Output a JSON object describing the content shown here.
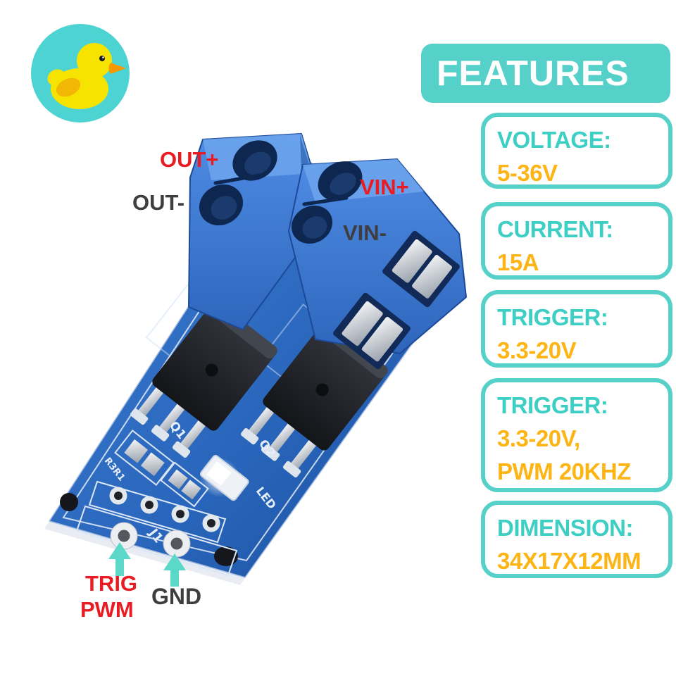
{
  "logo": {
    "name": "rubber-duck-logo"
  },
  "colors": {
    "panel_teal": "#56d1c9",
    "label_teal": "#3ecfc4",
    "value_yellow": "#fdb515",
    "annotation_red": "#ea1c23",
    "annotation_dark": "#3e3e40",
    "arrow_teal": "#5cd8c9",
    "pcb_blue": "#2a67bd",
    "terminal_blue": "#3f81da"
  },
  "features": {
    "header": "FEATURES",
    "items": [
      {
        "label": "VOLTAGE:",
        "lines": [
          "5-36V"
        ]
      },
      {
        "label": "CURRENT:",
        "lines": [
          "15A"
        ]
      },
      {
        "label": "TRIGGER:",
        "lines": [
          "3.3-20V"
        ]
      },
      {
        "label": "TRIGGER:",
        "lines": [
          "3.3-20V,",
          "PWM 20KHZ"
        ]
      },
      {
        "label": "DIMENSION:",
        "lines": [
          "34X17X12MM"
        ]
      }
    ]
  },
  "module": {
    "pin_labels": {
      "out_plus": "OUT+",
      "out_minus": "OUT-",
      "vin_plus": "VIN+",
      "vin_minus": "VIN-",
      "trig": "TRIG",
      "pwm": "PWM",
      "gnd": "GND"
    },
    "silkscreen": {
      "q1": "Q1",
      "q2": "Q2",
      "r3r1": "R3R1",
      "led": "LED",
      "j1": "J1"
    }
  }
}
